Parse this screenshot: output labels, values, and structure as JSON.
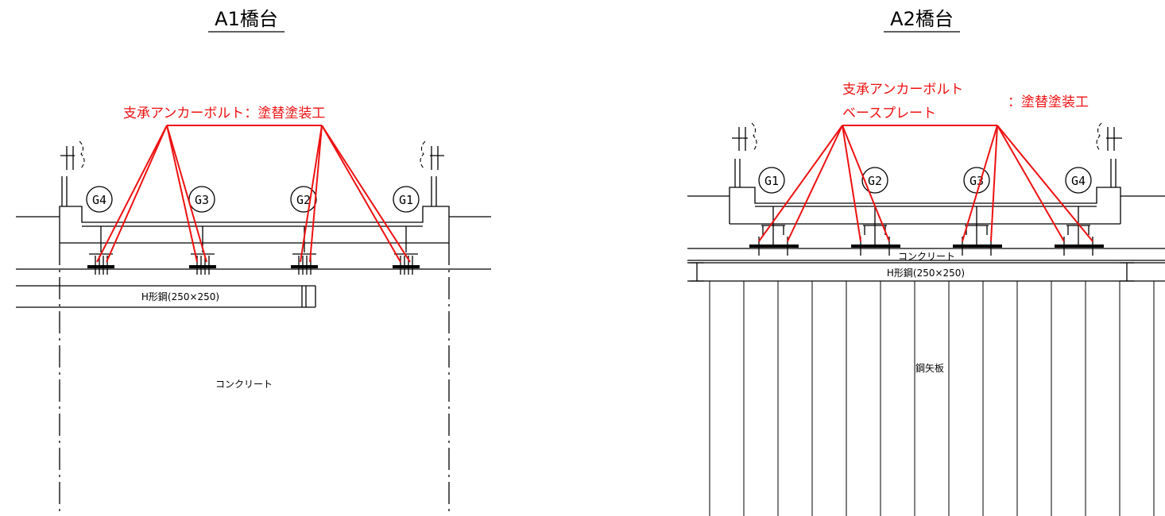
{
  "colors": {
    "line": "#000000",
    "leader": "#ee1111"
  },
  "a1": {
    "title": "A1橋台",
    "callout": "支承アンカーボルト：塗替塗装工",
    "girders": [
      "G4",
      "G3",
      "G2",
      "G1"
    ],
    "beam_label": "H形鋼(250×250)",
    "fill_label": "コンクリート"
  },
  "a2": {
    "title": "A2橋台",
    "callout_line1": "支承アンカーボルト",
    "callout_line2": "ベースプレート",
    "callout_suffix": "：塗替塗装工",
    "girders": [
      "G1",
      "G2",
      "G3",
      "G4"
    ],
    "concrete_label": "コンクリート",
    "beam_label": "H形鋼(250×250)",
    "sheet_label": "鋼矢板"
  }
}
